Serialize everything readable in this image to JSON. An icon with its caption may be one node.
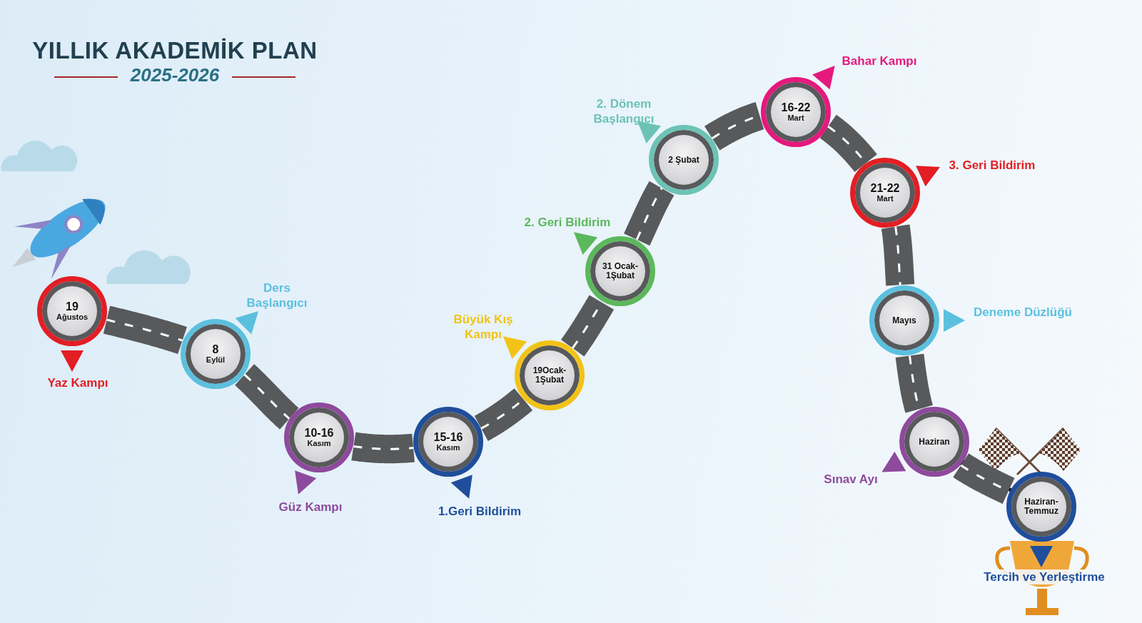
{
  "diagram": {
    "title": "YILLIK AKADEMİK PLAN",
    "nodes": [
      {
        "text": [
          "19",
          "Ağustos"
        ],
        "beside": [
          "Yaz Kampı"
        ]
      },
      {
        "text": [
          "8",
          "Eylül"
        ],
        "beside": [
          "Ders Başlangıcı"
        ]
      },
      {
        "text": [
          "10-16",
          "Kasım"
        ],
        "beside": [
          "Güz Kampı"
        ]
      },
      {
        "text": [
          "15-16",
          "Kasım"
        ],
        "beside": [
          "1.Geri Bildirim"
        ]
      },
      {
        "text": [
          "19Ocak- 1Şubat"
        ],
        "beside": [
          "Büyük Kış Kampı"
        ]
      },
      {
        "text": [
          "31 Ocak- 1Şubat"
        ],
        "beside": [
          "2. Geri Bildirim"
        ]
      },
      {
        "text": [
          "2 Şubat"
        ],
        "beside": [
          "2. Dönem Başlangıcı"
        ]
      },
      {
        "text": [
          "16-22",
          "Mart"
        ],
        "beside": [
          "Bahar Kampı"
        ]
      },
      {
        "text": [
          "21-22",
          "Mart"
        ],
        "beside": [
          "3. Geri Bildirim"
        ]
      },
      {
        "text": [
          "Mayıs"
        ],
        "beside": [
          "Deneme Düzlüğü"
        ]
      },
      {
        "text": [
          "Haziran"
        ],
        "beside": [
          "Sınav Ayı"
        ]
      },
      {
        "text": [
          "Haziran- Temmuz"
        ],
        "beside": [
          "Tercih ve Yerleştirme"
        ]
      }
    ],
    "edges": [
      {
        "from": 0,
        "to": 1,
        "arrow": "none"
      },
      {
        "from": 1,
        "to": 2,
        "arrow": "none"
      },
      {
        "from": 2,
        "to": 3,
        "arrow": "none"
      },
      {
        "from": 3,
        "to": 4,
        "arrow": "none"
      },
      {
        "from": 4,
        "to": 5,
        "arrow": "none"
      },
      {
        "from": 5,
        "to": 6,
        "arrow": "none"
      },
      {
        "from": 6,
        "to": 7,
        "arrow": "none"
      },
      {
        "from": 7,
        "to": 8,
        "arrow": "none"
      },
      {
        "from": 8,
        "to": 9,
        "arrow": "none"
      },
      {
        "from": 9,
        "to": 10,
        "arrow": "none"
      },
      {
        "from": 10,
        "to": 11,
        "arrow": "none"
      }
    ],
    "labels": [
      "2025-2026"
    ]
  }
}
